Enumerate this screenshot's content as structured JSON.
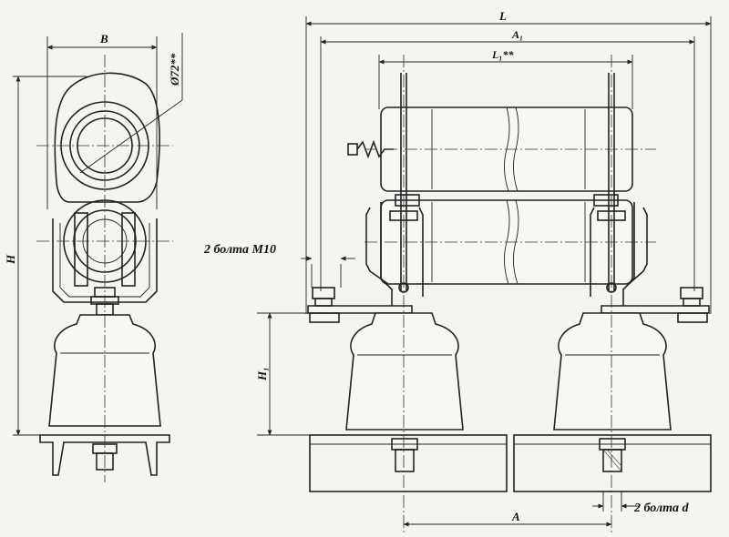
{
  "labels": {
    "B": "B",
    "diameter": "Ø72**",
    "H": "H",
    "L": "L",
    "A1": "A₁",
    "L1": "L₁**",
    "bolts_m10": "2 болта M10",
    "H1": "H₁",
    "A": "A",
    "bolts_d": "2 болта d"
  }
}
